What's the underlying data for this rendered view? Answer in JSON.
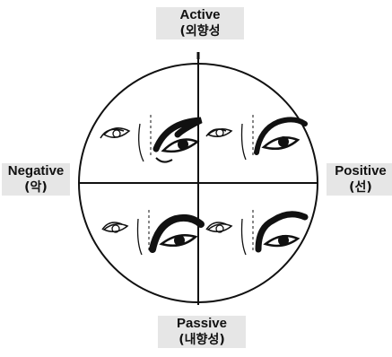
{
  "labels": {
    "top": {
      "main": "Active",
      "sub": "(외향성"
    },
    "bottom": {
      "main": "Passive",
      "sub": "(내향성)"
    },
    "left": {
      "main": "Negative",
      "sub": "(악)"
    },
    "right": {
      "main": "Positive",
      "sub": "(선)"
    }
  },
  "quadrants": [
    {
      "position": "top-left",
      "icon": "eye-pair-sharp-angry-icon"
    },
    {
      "position": "top-right",
      "icon": "eye-pair-arched-icon"
    },
    {
      "position": "bottom-left",
      "icon": "eye-pair-heavy-frown-icon"
    },
    {
      "position": "bottom-right",
      "icon": "eye-pair-raised-icon"
    }
  ],
  "colors": {
    "line": "#111111",
    "label_bg": "#e6e6e6"
  }
}
